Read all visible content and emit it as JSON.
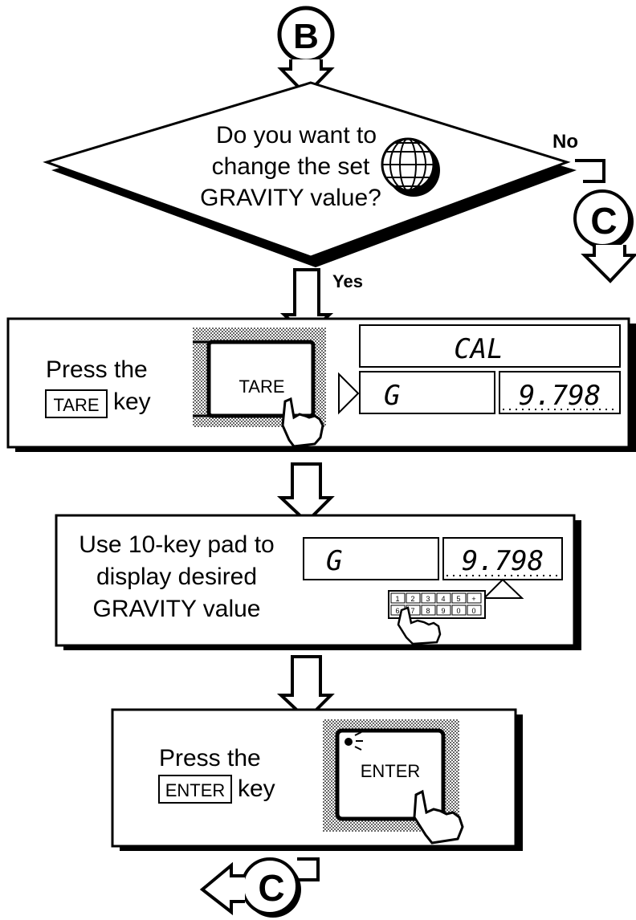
{
  "connectors": {
    "start": "B",
    "end_no": "C",
    "end_final": "C"
  },
  "decision": {
    "lines": [
      "Do you want to",
      "change the set",
      "GRAVITY value?"
    ],
    "no_label": "No",
    "yes_label": "Yes",
    "icon": "globe-icon"
  },
  "step1": {
    "line1": "Press the",
    "key_label": "TARE",
    "line2_suffix": "key",
    "button_label": "TARE",
    "display_top": "CAL",
    "display_left": "G",
    "display_right": "9.798"
  },
  "step2": {
    "lines": [
      "Use 10-key pad to",
      "display desired",
      "GRAVITY value"
    ],
    "display_left": "G",
    "display_right": "9.798",
    "keypad_row1": [
      "1",
      "2",
      "3",
      "4",
      "5",
      "+"
    ],
    "keypad_row2": [
      "6",
      "7",
      "8",
      "9",
      "0",
      "0"
    ]
  },
  "step3": {
    "line1": "Press the",
    "key_label": "ENTER",
    "line2_suffix": "key",
    "button_label": "ENTER"
  },
  "colors": {
    "ink": "#000000",
    "paper": "#ffffff",
    "halftone": "#9a9a9a"
  }
}
